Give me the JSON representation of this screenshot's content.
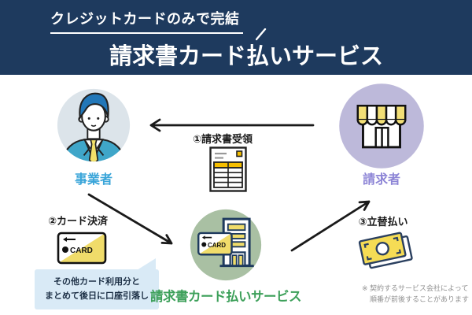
{
  "header": {
    "tagline": "クレジットカードのみで完結",
    "title": "請求書カード払いサービス"
  },
  "actors": {
    "business": {
      "label": "事業者",
      "color": "#3aa5d9"
    },
    "biller": {
      "label": "請求者",
      "color": "#8d85d6"
    },
    "service": {
      "label": "請求書カード払いサービス",
      "color": "#3da05a"
    }
  },
  "steps": {
    "receive_invoice": {
      "label": "①請求書受領"
    },
    "card_payment": {
      "label": "②カード決済"
    },
    "advance_payment": {
      "label": "③立替払い"
    }
  },
  "card": {
    "label": "CARD"
  },
  "bubble": {
    "line1": "その他カード利用分と",
    "line2": "まとめて後日に口座引落し"
  },
  "footnote": {
    "line1": "※ 契約するサービス会社によって",
    "line2": "順番が前後することがあります"
  },
  "colors": {
    "header_bg": "#1e3a5e",
    "business_circle": "#dce4ea",
    "biller_circle": "#bdb9da",
    "service_circle": "#a9c0a3",
    "accent_yellow": "#f0dc6a",
    "invoice_yellow": "#f5be00",
    "bubble_bg": "#d9eaf6"
  }
}
